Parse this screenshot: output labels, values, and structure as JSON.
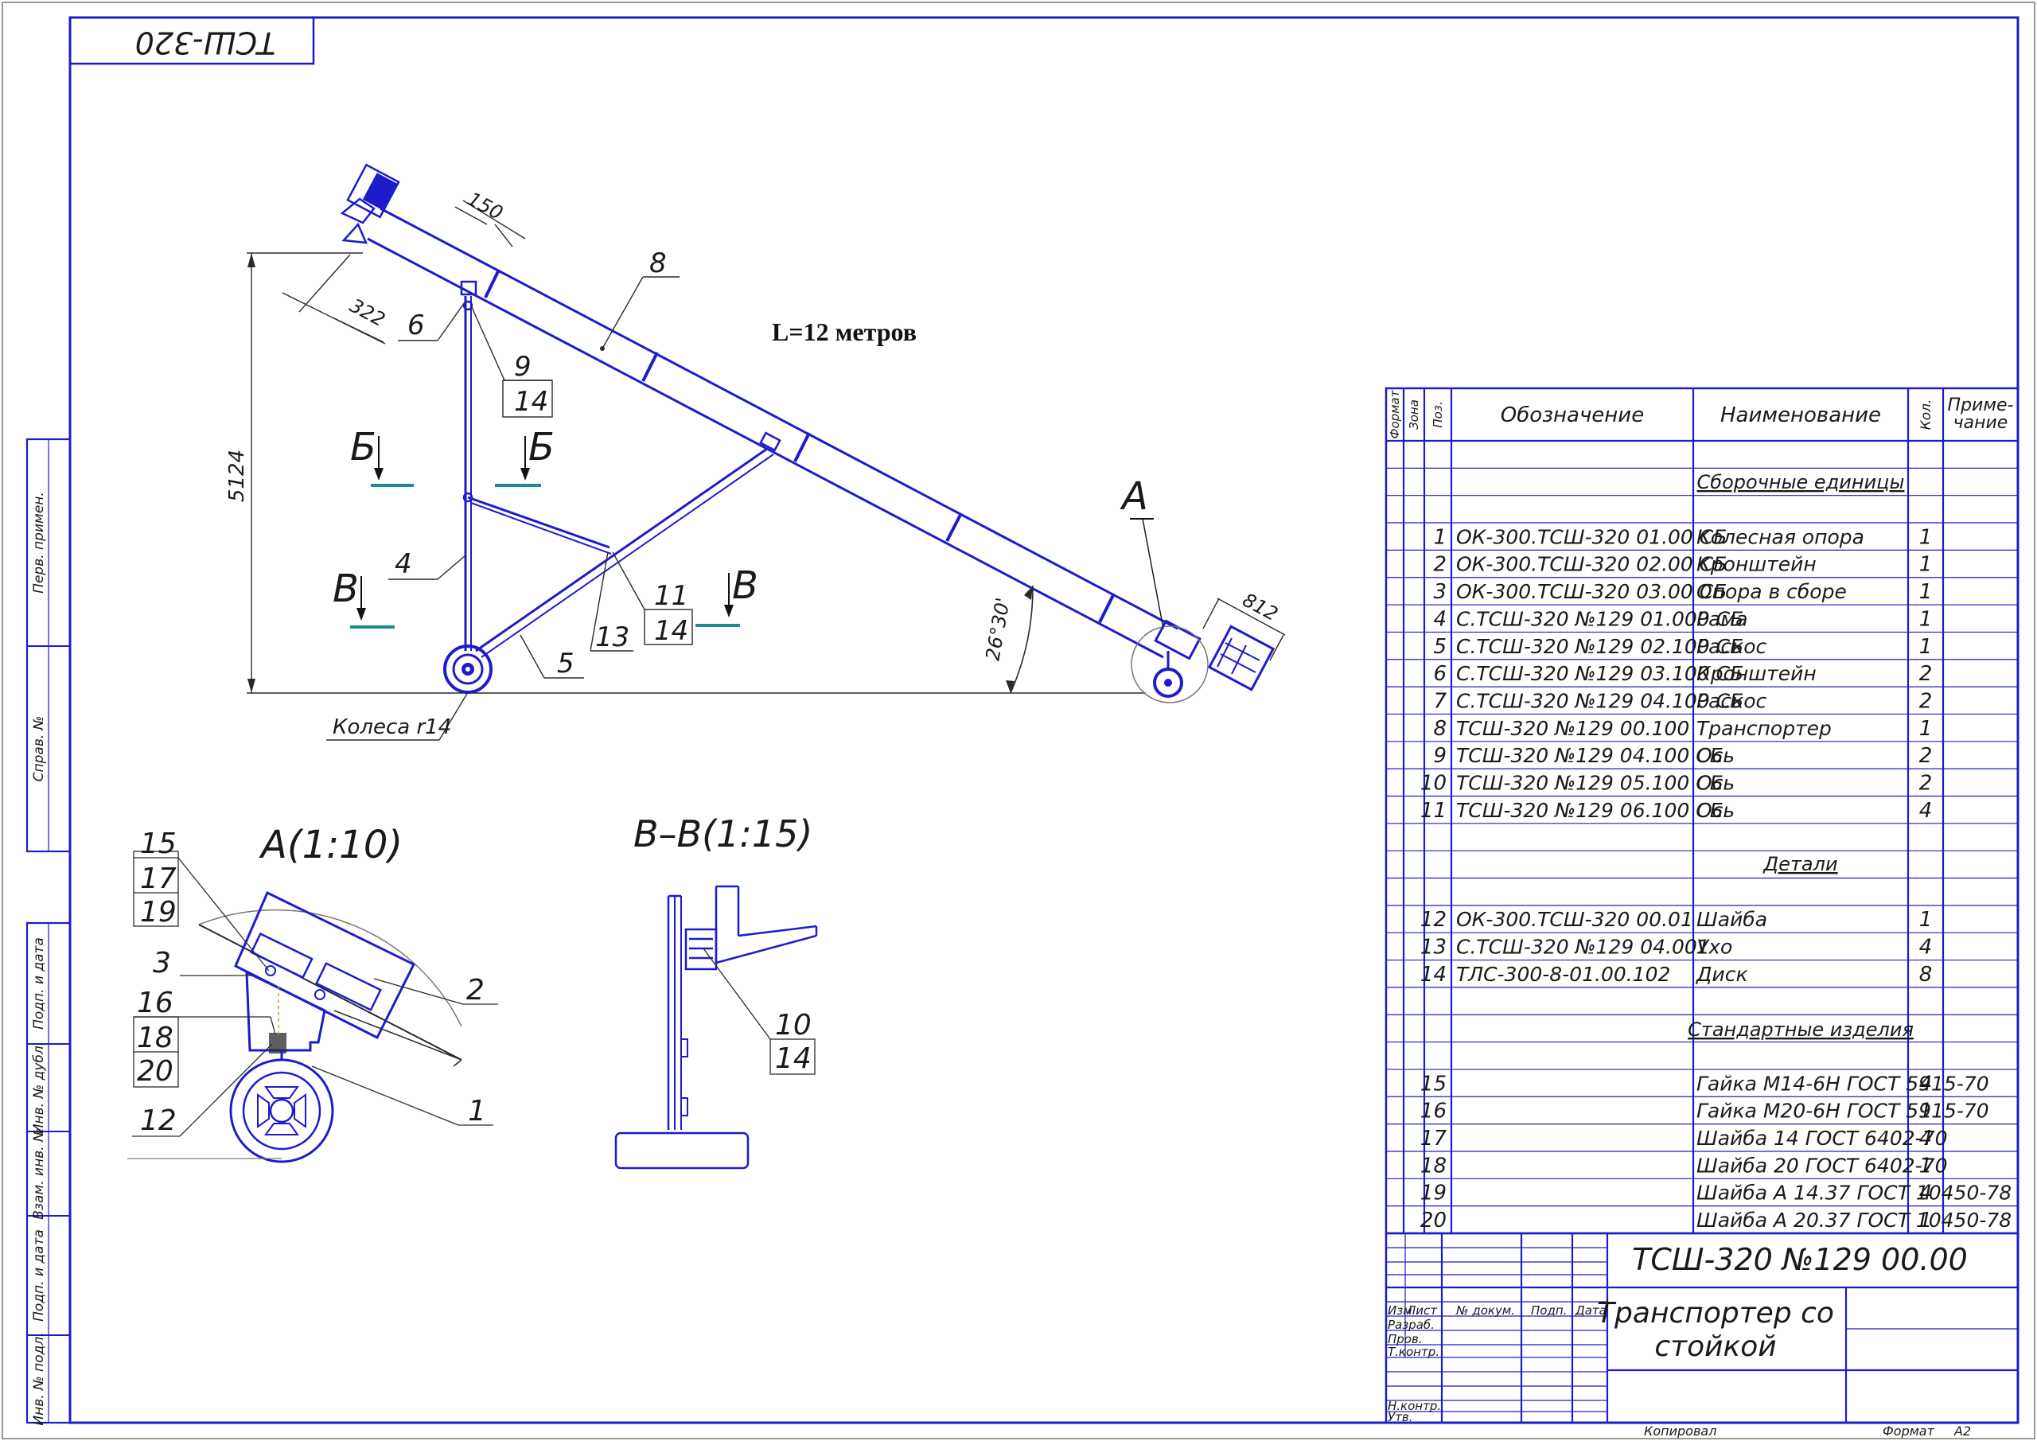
{
  "stamp_code": "ТСШ-320",
  "length_note": "L=12 метров",
  "dimensions": {
    "d150": "150",
    "d322": "322",
    "d5124": "5124",
    "d812": "812",
    "angle": "26°30'"
  },
  "wheel_label": "Колеса r14",
  "leaders": {
    "l8": "8",
    "l6": "6",
    "l9": "9",
    "l14a": "14",
    "l4": "4",
    "l5": "5",
    "l13": "13",
    "l11": "11",
    "l14b": "14"
  },
  "section_marks": {
    "b1": "Б",
    "b2": "Б",
    "v1": "В",
    "v2": "В",
    "a": "А"
  },
  "view_a": {
    "title": "А(1:10)",
    "l15": "15",
    "l17": "17",
    "l19": "19",
    "l3": "3",
    "l2": "2",
    "l16": "16",
    "l18": "18",
    "l20": "20",
    "l12": "12",
    "l1": "1"
  },
  "view_v": {
    "title": "В–В(1:15)",
    "l10": "10",
    "l14": "14"
  },
  "left_strip": [
    "Перв. примен.",
    "Справ. №",
    "Подп. и дата",
    "Инв. № дубл.",
    "Взам. инв. №",
    "Подп. и дата",
    "Инв. № подл."
  ],
  "spec_header": {
    "format": "Формат",
    "zone": "Зона",
    "pos": "Поз.",
    "designation": "Обозначение",
    "name": "Наименование",
    "qty": "Кол.",
    "note": "Приме-\nчание"
  },
  "spec_sections": {
    "assemblies": "Сборочные единицы",
    "details": "Детали",
    "standard": "Стандартные изделия"
  },
  "spec_rows": [
    {
      "pos": "1",
      "des": "ОК-300.ТСШ-320 01.00 СБ",
      "name": "Колесная опора",
      "qty": "1"
    },
    {
      "pos": "2",
      "des": "ОК-300.ТСШ-320 02.00 СБ",
      "name": "Кронштейн",
      "qty": "1"
    },
    {
      "pos": "3",
      "des": "ОК-300.ТСШ-320 03.00 СБ",
      "name": "Опора в сборе",
      "qty": "1"
    },
    {
      "pos": "4",
      "des": "С.ТСШ-320 №129 01.000 СБ",
      "name": "Рама",
      "qty": "1"
    },
    {
      "pos": "5",
      "des": "С.ТСШ-320 №129 02.100 СБ",
      "name": "Раскос",
      "qty": "1"
    },
    {
      "pos": "6",
      "des": "С.ТСШ-320 №129 03.100 СБ",
      "name": "Кронштейн",
      "qty": "2"
    },
    {
      "pos": "7",
      "des": "С.ТСШ-320 №129 04.100 СБ",
      "name": "Раскос",
      "qty": "2"
    },
    {
      "pos": "8",
      "des": "ТСШ-320 №129 00.100",
      "name": "Транспортер",
      "qty": "1"
    },
    {
      "pos": "9",
      "des": "ТСШ-320 №129 04.100 СБ",
      "name": "Ось",
      "qty": "2"
    },
    {
      "pos": "10",
      "des": "ТСШ-320 №129 05.100 СБ",
      "name": "Ось",
      "qty": "2"
    },
    {
      "pos": "11",
      "des": "ТСШ-320 №129 06.100 СБ",
      "name": "Ось",
      "qty": "4"
    }
  ],
  "spec_details": [
    {
      "pos": "12",
      "des": "ОК-300.ТСШ-320 00.01",
      "name": "Шайба",
      "qty": "1"
    },
    {
      "pos": "13",
      "des": "С.ТСШ-320 №129 04.001",
      "name": "Ухо",
      "qty": "4"
    },
    {
      "pos": "14",
      "des": "ТЛС-300-8-01.00.102",
      "name": "Диск",
      "qty": "8"
    }
  ],
  "spec_standard": [
    {
      "pos": "15",
      "name": "Гайка М14-6Н ГОСТ 5915-70",
      "qty": "4"
    },
    {
      "pos": "16",
      "name": "Гайка М20-6Н ГОСТ 5915-70",
      "qty": "1"
    },
    {
      "pos": "17",
      "name": "Шайба 14 ГОСТ 6402-70",
      "qty": "4"
    },
    {
      "pos": "18",
      "name": "Шайба 20 ГОСТ 6402-70",
      "qty": "1"
    },
    {
      "pos": "19",
      "name": "Шайба А 14.37 ГОСТ 10450-78",
      "qty": "4"
    },
    {
      "pos": "20",
      "name": "Шайба А 20.37 ГОСТ 10450-78",
      "qty": "1"
    }
  ],
  "title_block": {
    "doc_code": "ТСШ-320 №129 00.00",
    "title_line1": "Транспортер со",
    "title_line2": "стойкой",
    "cols": [
      "Изм",
      "Лист",
      "№ докум.",
      "Подп.",
      "Дата"
    ],
    "roles": [
      "Разраб.",
      "Пров.",
      "Т.контр.",
      "Н.контр.",
      "Утв."
    ],
    "copied": "Копировал",
    "format_label": "Формат",
    "format_value": "А2"
  }
}
